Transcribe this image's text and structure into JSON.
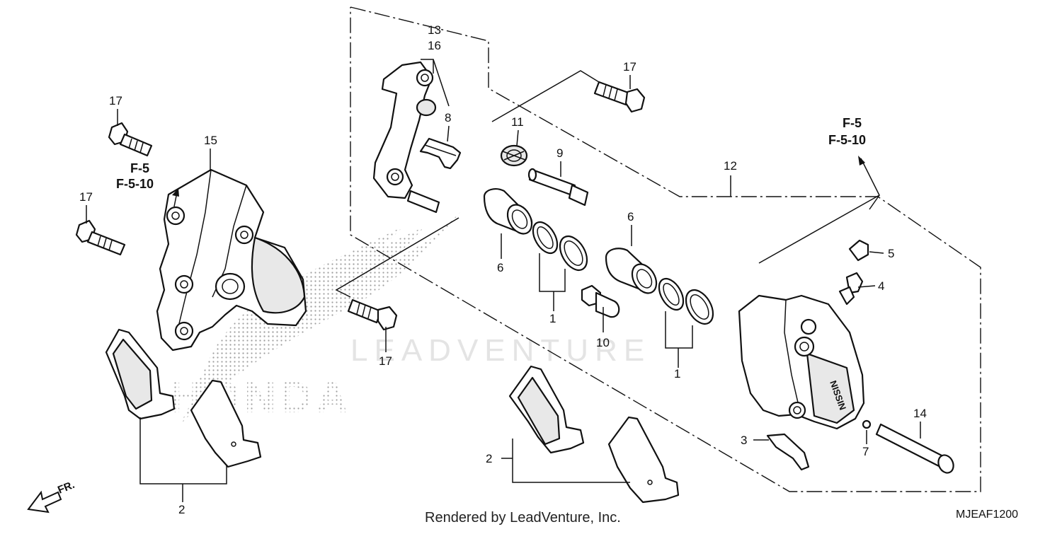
{
  "callouts": {
    "c13": "13",
    "c16": "16",
    "c8": "8",
    "c11": "11",
    "c9": "9",
    "c17_top": "17",
    "c17_left1": "17",
    "c17_left2": "17",
    "c17_mid": "17",
    "c15": "15",
    "c12": "12",
    "c6a": "6",
    "c6b": "6",
    "c1a": "1",
    "c1b": "1",
    "c10": "10",
    "c5": "5",
    "c4": "4",
    "c3": "3",
    "c7": "7",
    "c14": "14",
    "c2a": "2",
    "c2b": "2"
  },
  "refs": {
    "left_ref1": "F-5",
    "left_ref2": "F-5-10",
    "right_ref1": "F-5",
    "right_ref2": "F-5-10"
  },
  "direction_label": "FR.",
  "footer": "Rendered by LeadVenture, Inc.",
  "diagram_code": "MJEAF1200",
  "watermark": {
    "brand": "HONDA",
    "vendor": "LEADVENTURE"
  },
  "caliper_stamp": "NISSIN"
}
